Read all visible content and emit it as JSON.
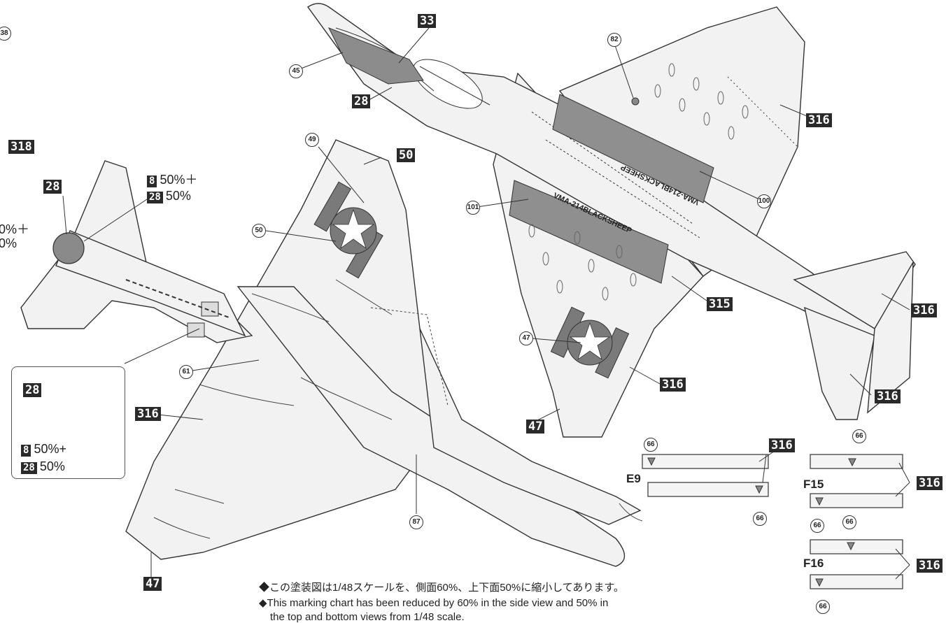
{
  "callouts": {
    "c33": "33",
    "c28_nose": "28",
    "c316_a": "316",
    "c316_b": "316",
    "c316_c": "316",
    "c316_d": "316",
    "c315": "315",
    "c47_a": "47",
    "c47_b": "47",
    "c50": "50",
    "c28_tail": "28",
    "c318": "318",
    "c316_main": "316",
    "c316_e9": "316",
    "c316_f15": "316",
    "c316_f16": "316",
    "c28_inset": "28"
  },
  "circled": {
    "n38": "38",
    "n45": "45",
    "n82": "82",
    "n100": "100",
    "n101": "101",
    "n47": "47",
    "n49": "49",
    "n50": "50",
    "n61": "61",
    "n87": "87",
    "n66_e9a": "66",
    "n66_e9b": "66",
    "n66_f15a": "66",
    "n66_f15b": "66",
    "n66_f16a": "66",
    "n66_f16b": "66"
  },
  "mixes": {
    "tail": {
      "code1": "8",
      "text1": "50%＋",
      "code2": "28",
      "text2": "50%"
    },
    "inset": {
      "code1": "8",
      "text1": "50%+",
      "code2": "28",
      "text2": "50%"
    },
    "left_clip": {
      "text1": "0%＋",
      "text2": "0%"
    }
  },
  "part_labels": {
    "e9": "E9",
    "f15": "F15",
    "f16": "F16"
  },
  "decal_text": {
    "top": "VMA-214BLACKSHEEP",
    "bottom": "VMA-214BLACKSHEEP"
  },
  "notes": {
    "line1": "◆この塗装図は1/48スケールを、側面60%、上下面50%に縮小してあります。",
    "line2": "◆This marking chart has been reduced by 60% in the side view and 50% in",
    "line3": "the top and bottom views from 1/48 scale."
  }
}
